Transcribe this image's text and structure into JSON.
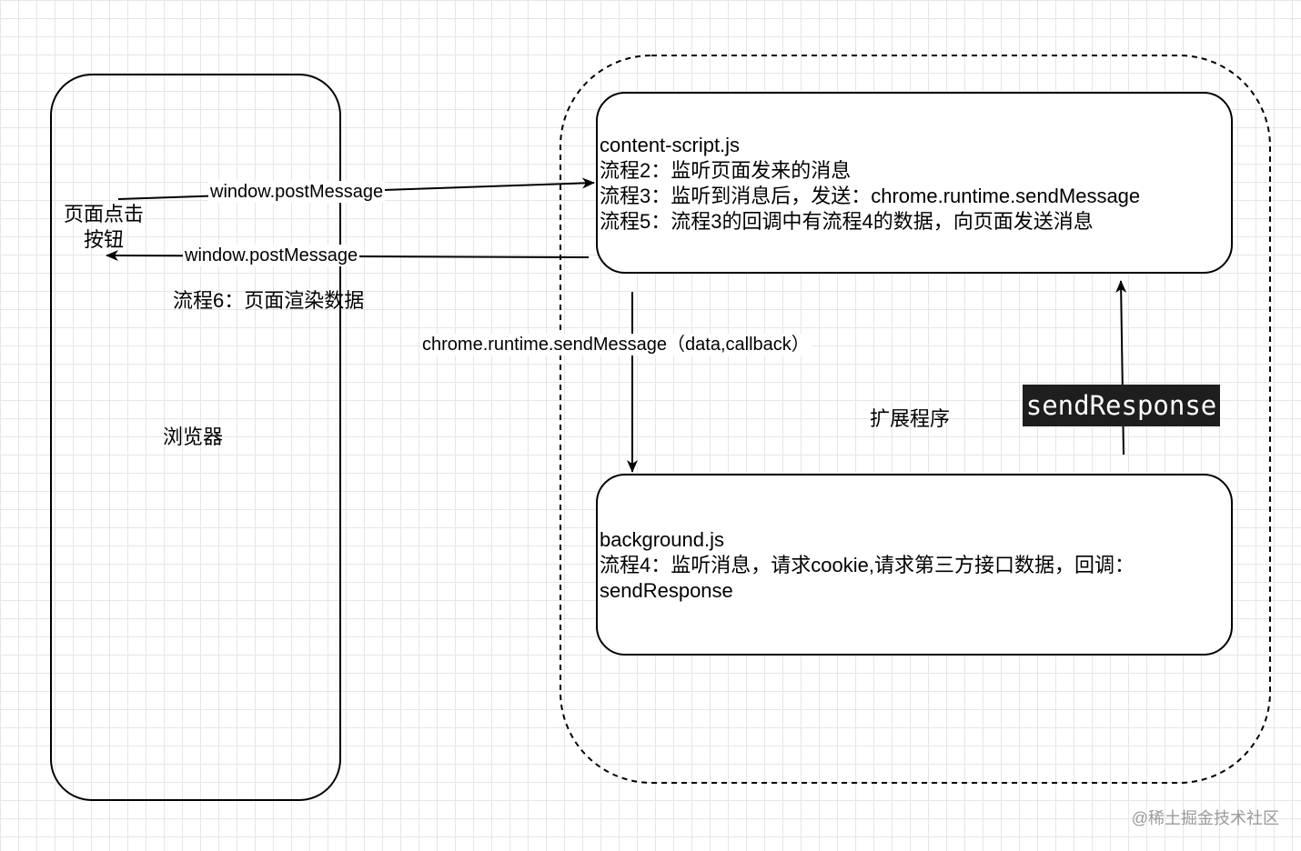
{
  "browser": {
    "title": "浏览器",
    "button_label": "页面点击按钮",
    "render_label": "流程6：页面渲染数据"
  },
  "extension": {
    "title": "扩展程序"
  },
  "content_script": {
    "lines": [
      "content-script.js",
      "流程2：监听页面发来的消息",
      "流程3：监听到消息后，发送：chrome.runtime.sendMessage",
      "流程5：流程3的回调中有流程4的数据，向页面发送消息"
    ]
  },
  "background": {
    "lines": [
      "background.js",
      "流程4：监听消息，请求cookie,请求第三方接口数据，回调：",
      "sendResponse"
    ]
  },
  "edges": {
    "to_content": "window.postMessage",
    "to_page": "window.postMessage",
    "to_background": "chrome.runtime.sendMessage（data,callback）",
    "send_response": "sendResponse"
  },
  "watermark": "@稀土掘金技术社区"
}
